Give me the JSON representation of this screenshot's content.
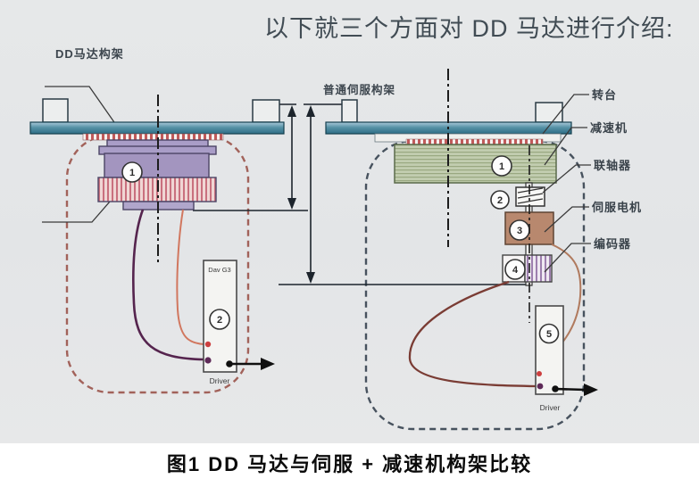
{
  "page": {
    "heading": "以下就三个方面对 DD 马达进行介绍:",
    "caption": "图1  DD 马达与伺服 + 减速机构架比较"
  },
  "left": {
    "title": "DD马达构架",
    "c1": "1",
    "c2": "2",
    "driver_model": "Dav G3",
    "driver_label": "Driver"
  },
  "right": {
    "title": "普通伺服构架",
    "c1": "1",
    "c2": "2",
    "c3": "3",
    "c4": "4",
    "c5": "5",
    "driver_label": "Driver"
  },
  "part_labels": {
    "turntable": "转台",
    "reducer": "减速机",
    "coupling": "联轴器",
    "servo_motor": "伺服电机",
    "encoder": "编码器"
  },
  "colors": {
    "turntable_teal": "#2d6d86",
    "motor_lavender": "#a395bf",
    "stator_pink": "#c9707e",
    "reducer_green": "#becaa8",
    "servo_brown": "#b8886e",
    "outline_left_dashed": "#a2625a",
    "outline_right_dashed": "#47525e",
    "wire_purple": "#55244e",
    "wire_salmon": "#d1775f",
    "wire_dark_red": "#7a3c34",
    "wire_light_brown": "#b07a5e"
  }
}
